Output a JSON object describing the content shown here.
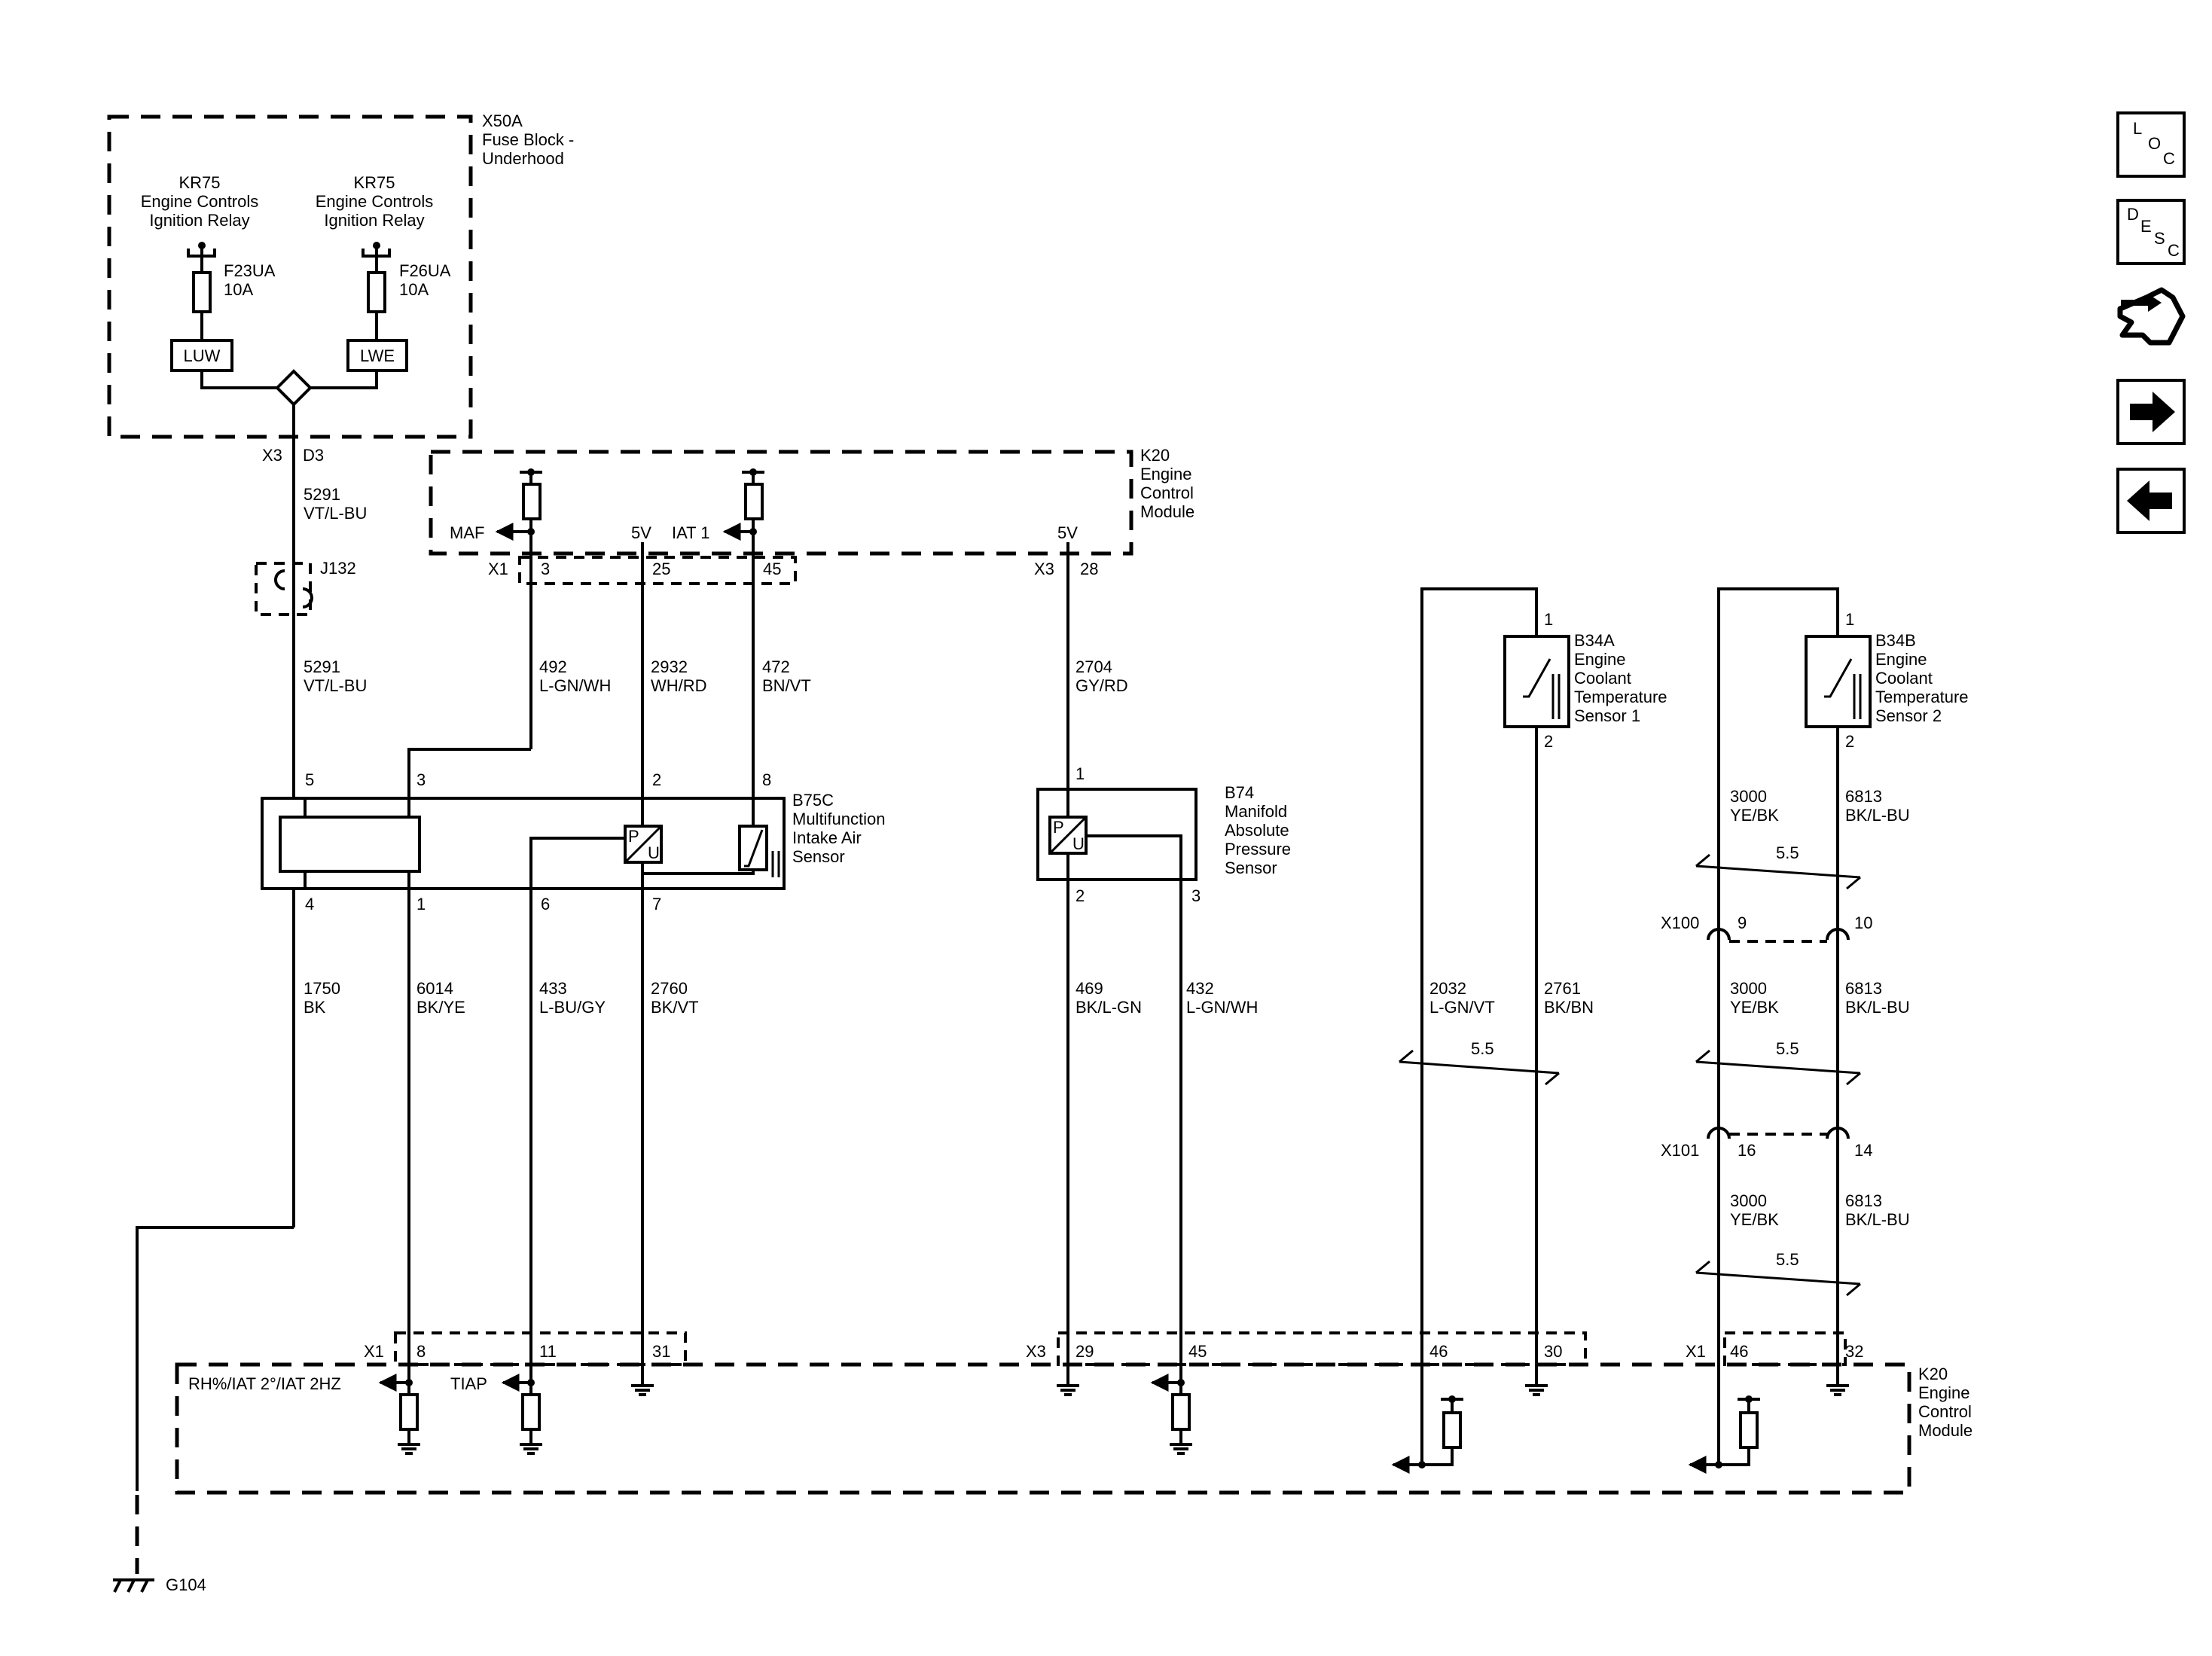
{
  "fuse_block": {
    "id": "X50A",
    "name_line1": "Fuse Block -",
    "name_line2": "Underhood"
  },
  "relays": [
    {
      "id": "KR75",
      "line1": "Engine Controls",
      "line2": "Ignition Relay",
      "fuse": "F23UA",
      "amps": "10A",
      "terminal": "LUW"
    },
    {
      "id": "KR75",
      "line1": "Engine Controls",
      "line2": "Ignition Relay",
      "fuse": "F26UA",
      "amps": "10A",
      "terminal": "LWE"
    }
  ],
  "ecm_top": {
    "id": "K20",
    "line1": "Engine",
    "line2": "Control",
    "line3": "Module",
    "maf": "MAF",
    "five_v": "5V",
    "iat1": "IAT 1",
    "five_v_2": "5V"
  },
  "ecm_bottom": {
    "id": "K20",
    "line1": "Engine",
    "line2": "Control",
    "line3": "Module",
    "rh_label": "RH%/IAT 2°/IAT 2HZ",
    "tiap": "TIAP"
  },
  "connectors": {
    "x3": "X3",
    "d3": "D3",
    "x1": "X1",
    "x3b": "X3",
    "x100": "X100",
    "x101": "X101"
  },
  "pins": {
    "d3_top": "D3",
    "p3": "3",
    "p25": "25",
    "p45": "45",
    "p28": "28",
    "b75_5": "5",
    "b75_3": "3",
    "b75_2": "2",
    "b75_8": "8",
    "b75_4": "4",
    "b75_1": "1",
    "b75_6": "6",
    "b75_7": "7",
    "b74_1": "1",
    "b74_2": "2",
    "b74_3": "3",
    "b34a_1": "1",
    "b34a_2": "2",
    "b34b_1": "1",
    "b34b_2": "2",
    "x100_9": "9",
    "x100_10": "10",
    "x101_16": "16",
    "x101_14": "14",
    "bot_8": "8",
    "bot_11": "11",
    "bot_31": "31",
    "bot_29": "29",
    "bot_45": "45",
    "bot_46a": "46",
    "bot_30": "30",
    "bot_46b": "46",
    "bot_32": "32"
  },
  "splice": {
    "id": "J132"
  },
  "ground": {
    "id": "G104"
  },
  "wires": {
    "w5291a_num": "5291",
    "w5291a_col": "VT/L-BU",
    "w5291b_num": "5291",
    "w5291b_col": "VT/L-BU",
    "w492_num": "492",
    "w492_col": "L-GN/WH",
    "w2932_num": "2932",
    "w2932_col": "WH/RD",
    "w472_num": "472",
    "w472_col": "BN/VT",
    "w2704_num": "2704",
    "w2704_col": "GY/RD",
    "w1750_num": "1750",
    "w1750_col": "BK",
    "w6014_num": "6014",
    "w6014_col": "BK/YE",
    "w433_num": "433",
    "w433_col": "L-BU/GY",
    "w2760_num": "2760",
    "w2760_col": "BK/VT",
    "w469_num": "469",
    "w469_col": "BK/L-GN",
    "w432_num": "432",
    "w432_col": "L-GN/WH",
    "w2032_num": "2032",
    "w2032_col": "L-GN/VT",
    "w2761_num": "2761",
    "w2761_col": "BK/BN",
    "w3000a_num": "3000",
    "w3000a_col": "YE/BK",
    "w6813a_num": "6813",
    "w6813a_col": "BK/L-BU",
    "w3000b_num": "3000",
    "w3000b_col": "YE/BK",
    "w6813b_num": "6813",
    "w6813b_col": "BK/L-BU",
    "w3000c_num": "3000",
    "w3000c_col": "YE/BK",
    "w6813c_num": "6813",
    "w6813c_col": "BK/L-BU",
    "twist1": "5.5",
    "twist2": "5.5",
    "twist3": "5.5",
    "twist4": "5.5"
  },
  "components": {
    "b75": {
      "id": "B75C",
      "line1": "Multifunction",
      "line2": "Intake Air",
      "line3": "Sensor"
    },
    "b74": {
      "id": "B74",
      "line1": "Manifold",
      "line2": "Absolute",
      "line3": "Pressure",
      "line4": "Sensor"
    },
    "b34a": {
      "id": "B34A",
      "line1": "Engine",
      "line2": "Coolant",
      "line3": "Temperature",
      "line4": "Sensor 1"
    },
    "b34b": {
      "id": "B34B",
      "line1": "Engine",
      "line2": "Coolant",
      "line3": "Temperature",
      "line4": "Sensor 2"
    }
  },
  "nav_buttons": {
    "loc": [
      "L",
      "O",
      "C"
    ],
    "desc": [
      "D",
      "E",
      "S",
      "C"
    ],
    "icons": [
      "connector-icon",
      "arrow-right-icon",
      "arrow-left-icon"
    ]
  },
  "pu_letters": {
    "p": "P",
    "u": "U"
  }
}
